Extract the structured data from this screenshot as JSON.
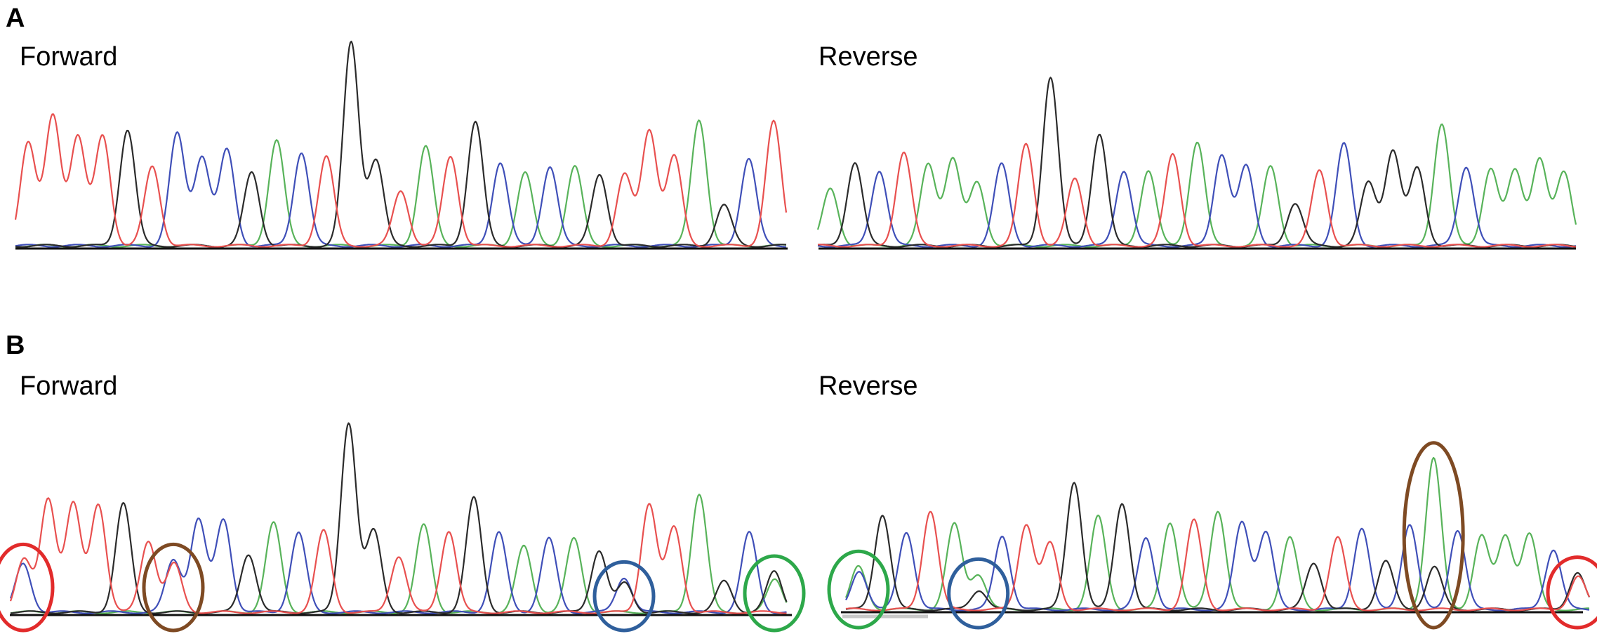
{
  "colors": {
    "A": "#58b35a",
    "C": "#3f4fb8",
    "G": "#2b2b2b",
    "T": "#e8504f",
    "circle_red": "#e22b2b",
    "circle_brown": "#7e4a23",
    "circle_blue": "#2f5f9c",
    "circle_green": "#2da84a",
    "baseline_shadow": "#c8c8c8"
  },
  "panels": [
    {
      "label": "A"
    },
    {
      "label": "B"
    }
  ],
  "chart_data": [
    {
      "type": "line",
      "panel": "A",
      "title": "Forward",
      "peaks": [
        {
          "b": "T",
          "h": 0.51
        },
        {
          "b": "T",
          "h": 0.64
        },
        {
          "b": "T",
          "h": 0.54
        },
        {
          "b": "T",
          "h": 0.54
        },
        {
          "b": "G",
          "h": 0.57
        },
        {
          "b": "T",
          "h": 0.39
        },
        {
          "b": "C",
          "h": 0.55
        },
        {
          "b": "C",
          "h": 0.44
        },
        {
          "b": "C",
          "h": 0.47
        },
        {
          "b": "G",
          "h": 0.36
        },
        {
          "b": "A",
          "h": 0.52
        },
        {
          "b": "C",
          "h": 0.46
        },
        {
          "b": "T",
          "h": 0.44
        },
        {
          "b": "G",
          "h": 1.0
        },
        {
          "b": "G",
          "h": 0.42
        },
        {
          "b": "T",
          "h": 0.27
        },
        {
          "b": "A",
          "h": 0.49
        },
        {
          "b": "T",
          "h": 0.44
        },
        {
          "b": "G",
          "h": 0.61
        },
        {
          "b": "C",
          "h": 0.41
        },
        {
          "b": "A",
          "h": 0.36
        },
        {
          "b": "C",
          "h": 0.39
        },
        {
          "b": "A",
          "h": 0.39
        },
        {
          "b": "G",
          "h": 0.35
        },
        {
          "b": "T",
          "h": 0.35
        },
        {
          "b": "T",
          "h": 0.57
        },
        {
          "b": "T",
          "h": 0.44
        },
        {
          "b": "A",
          "h": 0.62
        },
        {
          "b": "G",
          "h": 0.2
        },
        {
          "b": "C",
          "h": 0.43
        },
        {
          "b": "T",
          "h": 0.61
        }
      ]
    },
    {
      "type": "line",
      "panel": "A",
      "title": "Reverse",
      "peaks": [
        {
          "b": "A",
          "h": 0.28
        },
        {
          "b": "G",
          "h": 0.41
        },
        {
          "b": "C",
          "h": 0.37
        },
        {
          "b": "T",
          "h": 0.46
        },
        {
          "b": "A",
          "h": 0.4
        },
        {
          "b": "A",
          "h": 0.43
        },
        {
          "b": "A",
          "h": 0.31
        },
        {
          "b": "C",
          "h": 0.4
        },
        {
          "b": "T",
          "h": 0.5
        },
        {
          "b": "G",
          "h": 0.83
        },
        {
          "b": "T",
          "h": 0.33
        },
        {
          "b": "G",
          "h": 0.55
        },
        {
          "b": "C",
          "h": 0.37
        },
        {
          "b": "A",
          "h": 0.37
        },
        {
          "b": "T",
          "h": 0.45
        },
        {
          "b": "A",
          "h": 0.51
        },
        {
          "b": "C",
          "h": 0.45
        },
        {
          "b": "C",
          "h": 0.39
        },
        {
          "b": "A",
          "h": 0.39
        },
        {
          "b": "G",
          "h": 0.21
        },
        {
          "b": "T",
          "h": 0.37
        },
        {
          "b": "C",
          "h": 0.5
        },
        {
          "b": "G",
          "h": 0.31
        },
        {
          "b": "G",
          "h": 0.47
        },
        {
          "b": "G",
          "h": 0.38
        },
        {
          "b": "A",
          "h": 0.6
        },
        {
          "b": "C",
          "h": 0.39
        },
        {
          "b": "A",
          "h": 0.38
        },
        {
          "b": "A",
          "h": 0.37
        },
        {
          "b": "A",
          "h": 0.43
        },
        {
          "b": "A",
          "h": 0.36
        }
      ]
    },
    {
      "type": "line",
      "panel": "B",
      "title": "Forward",
      "peaks": [
        {
          "b": "C",
          "h": 0.25,
          "minor": {
            "b": "T",
            "h": 0.27
          }
        },
        {
          "b": "T",
          "h": 0.59
        },
        {
          "b": "T",
          "h": 0.56
        },
        {
          "b": "T",
          "h": 0.56
        },
        {
          "b": "G",
          "h": 0.56
        },
        {
          "b": "T",
          "h": 0.37
        },
        {
          "b": "C",
          "h": 0.27,
          "minor": {
            "b": "T",
            "h": 0.25
          }
        },
        {
          "b": "C",
          "h": 0.48
        },
        {
          "b": "C",
          "h": 0.48
        },
        {
          "b": "G",
          "h": 0.3
        },
        {
          "b": "A",
          "h": 0.46
        },
        {
          "b": "C",
          "h": 0.41
        },
        {
          "b": "T",
          "h": 0.42
        },
        {
          "b": "G",
          "h": 0.98
        },
        {
          "b": "G",
          "h": 0.42
        },
        {
          "b": "T",
          "h": 0.29
        },
        {
          "b": "A",
          "h": 0.45
        },
        {
          "b": "T",
          "h": 0.42
        },
        {
          "b": "G",
          "h": 0.59
        },
        {
          "b": "C",
          "h": 0.41
        },
        {
          "b": "A",
          "h": 0.34
        },
        {
          "b": "C",
          "h": 0.38
        },
        {
          "b": "A",
          "h": 0.38
        },
        {
          "b": "G",
          "h": 0.32
        },
        {
          "b": "C",
          "h": 0.18,
          "minor": {
            "b": "G",
            "h": 0.15
          }
        },
        {
          "b": "T",
          "h": 0.56
        },
        {
          "b": "T",
          "h": 0.44
        },
        {
          "b": "A",
          "h": 0.61
        },
        {
          "b": "G",
          "h": 0.16
        },
        {
          "b": "C",
          "h": 0.41
        },
        {
          "b": "G",
          "h": 0.21,
          "minor": {
            "b": "A",
            "h": 0.17
          }
        }
      ],
      "circled": [
        {
          "peak": 0,
          "color": "circle_red"
        },
        {
          "peak": 6,
          "color": "circle_brown"
        },
        {
          "peak": 24,
          "color": "circle_blue"
        },
        {
          "peak": 30,
          "color": "circle_green"
        }
      ]
    },
    {
      "type": "line",
      "panel": "B",
      "title": "Reverse",
      "peaks": [
        {
          "b": "A",
          "h": 0.22,
          "minor": {
            "b": "C",
            "h": 0.2
          }
        },
        {
          "b": "G",
          "h": 0.49
        },
        {
          "b": "C",
          "h": 0.4
        },
        {
          "b": "T",
          "h": 0.51
        },
        {
          "b": "A",
          "h": 0.44
        },
        {
          "b": "A",
          "h": 0.18,
          "minor": {
            "b": "G",
            "h": 0.1
          }
        },
        {
          "b": "C",
          "h": 0.38
        },
        {
          "b": "T",
          "h": 0.44
        },
        {
          "b": "T",
          "h": 0.34
        },
        {
          "b": "G",
          "h": 0.66
        },
        {
          "b": "A",
          "h": 0.48
        },
        {
          "b": "G",
          "h": 0.55
        },
        {
          "b": "C",
          "h": 0.37
        },
        {
          "b": "A",
          "h": 0.45
        },
        {
          "b": "T",
          "h": 0.46
        },
        {
          "b": "A",
          "h": 0.51
        },
        {
          "b": "C",
          "h": 0.45
        },
        {
          "b": "C",
          "h": 0.4
        },
        {
          "b": "A",
          "h": 0.37
        },
        {
          "b": "G",
          "h": 0.24
        },
        {
          "b": "T",
          "h": 0.37
        },
        {
          "b": "C",
          "h": 0.42
        },
        {
          "b": "G",
          "h": 0.25
        },
        {
          "b": "C",
          "h": 0.44
        },
        {
          "b": "A",
          "h": 0.78,
          "minor": {
            "b": "G",
            "h": 0.22
          }
        },
        {
          "b": "C",
          "h": 0.41
        },
        {
          "b": "A",
          "h": 0.38
        },
        {
          "b": "A",
          "h": 0.38
        },
        {
          "b": "A",
          "h": 0.39
        },
        {
          "b": "C",
          "h": 0.31
        },
        {
          "b": "G",
          "h": 0.19,
          "minor": {
            "b": "T",
            "h": 0.17
          }
        }
      ],
      "circled": [
        {
          "peak": 0,
          "color": "circle_green"
        },
        {
          "peak": 5,
          "color": "circle_blue"
        },
        {
          "peak": 24,
          "color": "circle_brown"
        },
        {
          "peak": 30,
          "color": "circle_red"
        }
      ]
    }
  ]
}
